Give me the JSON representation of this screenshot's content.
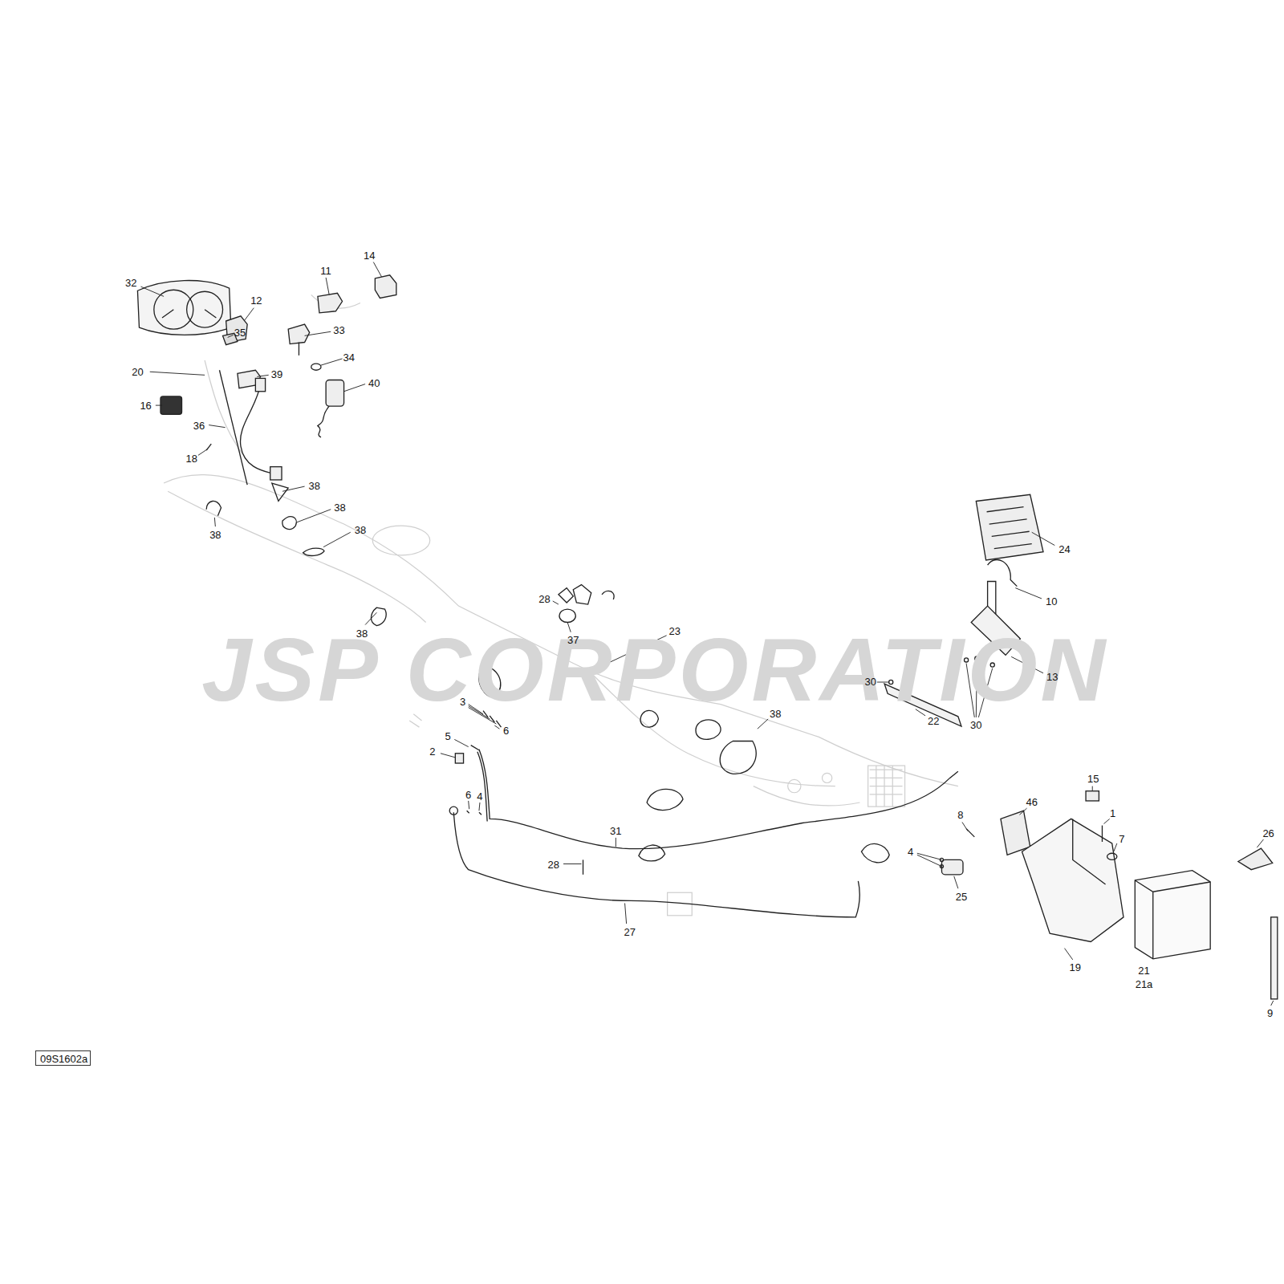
{
  "diagram": {
    "nodes": [
      {
        "text": [
          "09S1602a"
        ]
      }
    ],
    "labels": [
      "JSP CORPORATION",
      "32",
      "12",
      "11",
      "14",
      "35",
      "33",
      "34",
      "20",
      "39",
      "40",
      "16",
      "36",
      "18",
      "38",
      "38",
      "38",
      "38",
      "24",
      "38",
      "28",
      "10",
      "23",
      "37",
      "13",
      "30",
      "30",
      "22",
      "3",
      "6",
      "38",
      "5",
      "2",
      "15",
      "6",
      "4",
      "46",
      "8",
      "1",
      "31",
      "26",
      "7",
      "28",
      "4",
      "25",
      "27",
      "19",
      "21",
      "21a",
      "9"
    ]
  }
}
